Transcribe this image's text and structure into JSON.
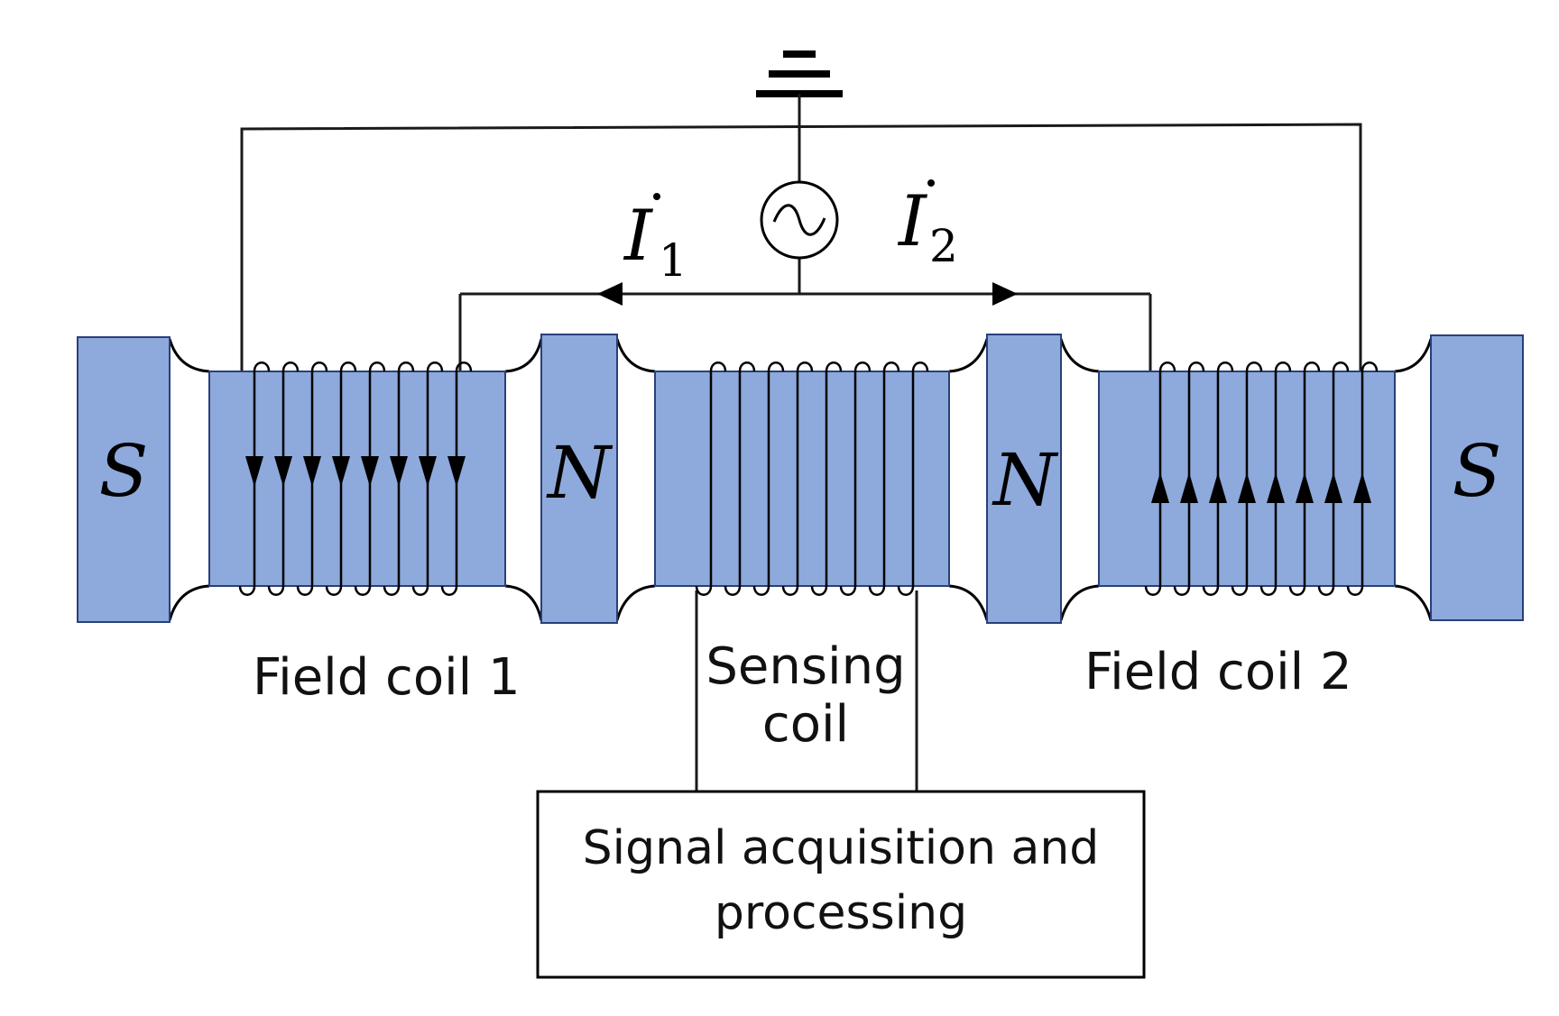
{
  "colors": {
    "block_fill": "#8ea9db",
    "block_stroke": "#2a3f7a",
    "wire": "#1a1a1a"
  },
  "magnets": {
    "left_outer": "S",
    "left_inner": "N",
    "right_inner": "N",
    "right_outer": "S"
  },
  "currents": {
    "i1": {
      "symbol": "I",
      "subscript": "1"
    },
    "i2": {
      "symbol": "I",
      "subscript": "2"
    }
  },
  "source_icon": "ac-source-icon",
  "ground_icon": "ground-icon",
  "labels": {
    "field_coil_1": "Field coil 1",
    "field_coil_2": "Field coil 2",
    "sensing_coil_line1": "Sensing",
    "sensing_coil_line2": "coil"
  },
  "processing_box": {
    "line1": "Signal acquisition and",
    "line2": "processing"
  }
}
